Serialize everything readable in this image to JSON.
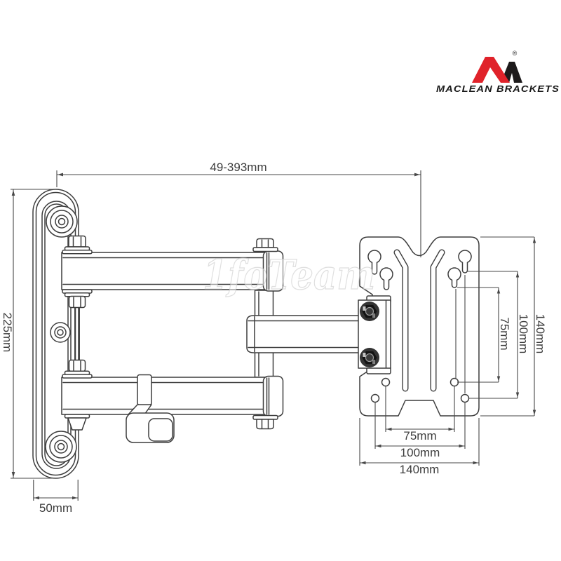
{
  "brand": {
    "logo_text": "MACLEAN BRACKETS",
    "registered_mark": "®",
    "colors": {
      "red": "#e0222a",
      "black": "#1d1a1b"
    }
  },
  "watermark": {
    "text": "1foTeam"
  },
  "drawing": {
    "line_color": "#3d3d3d",
    "dimension_color": "#474747",
    "labels": {
      "arm_extension": "49-393mm",
      "wall_plate_height": "225mm",
      "wall_plate_width": "50mm",
      "vesa_vertical_75": "75mm",
      "vesa_vertical_100": "100mm",
      "vesa_vertical_140": "140mm",
      "vesa_horizontal_75": "75mm",
      "vesa_horizontal_100": "100mm",
      "vesa_horizontal_140": "140mm"
    }
  }
}
